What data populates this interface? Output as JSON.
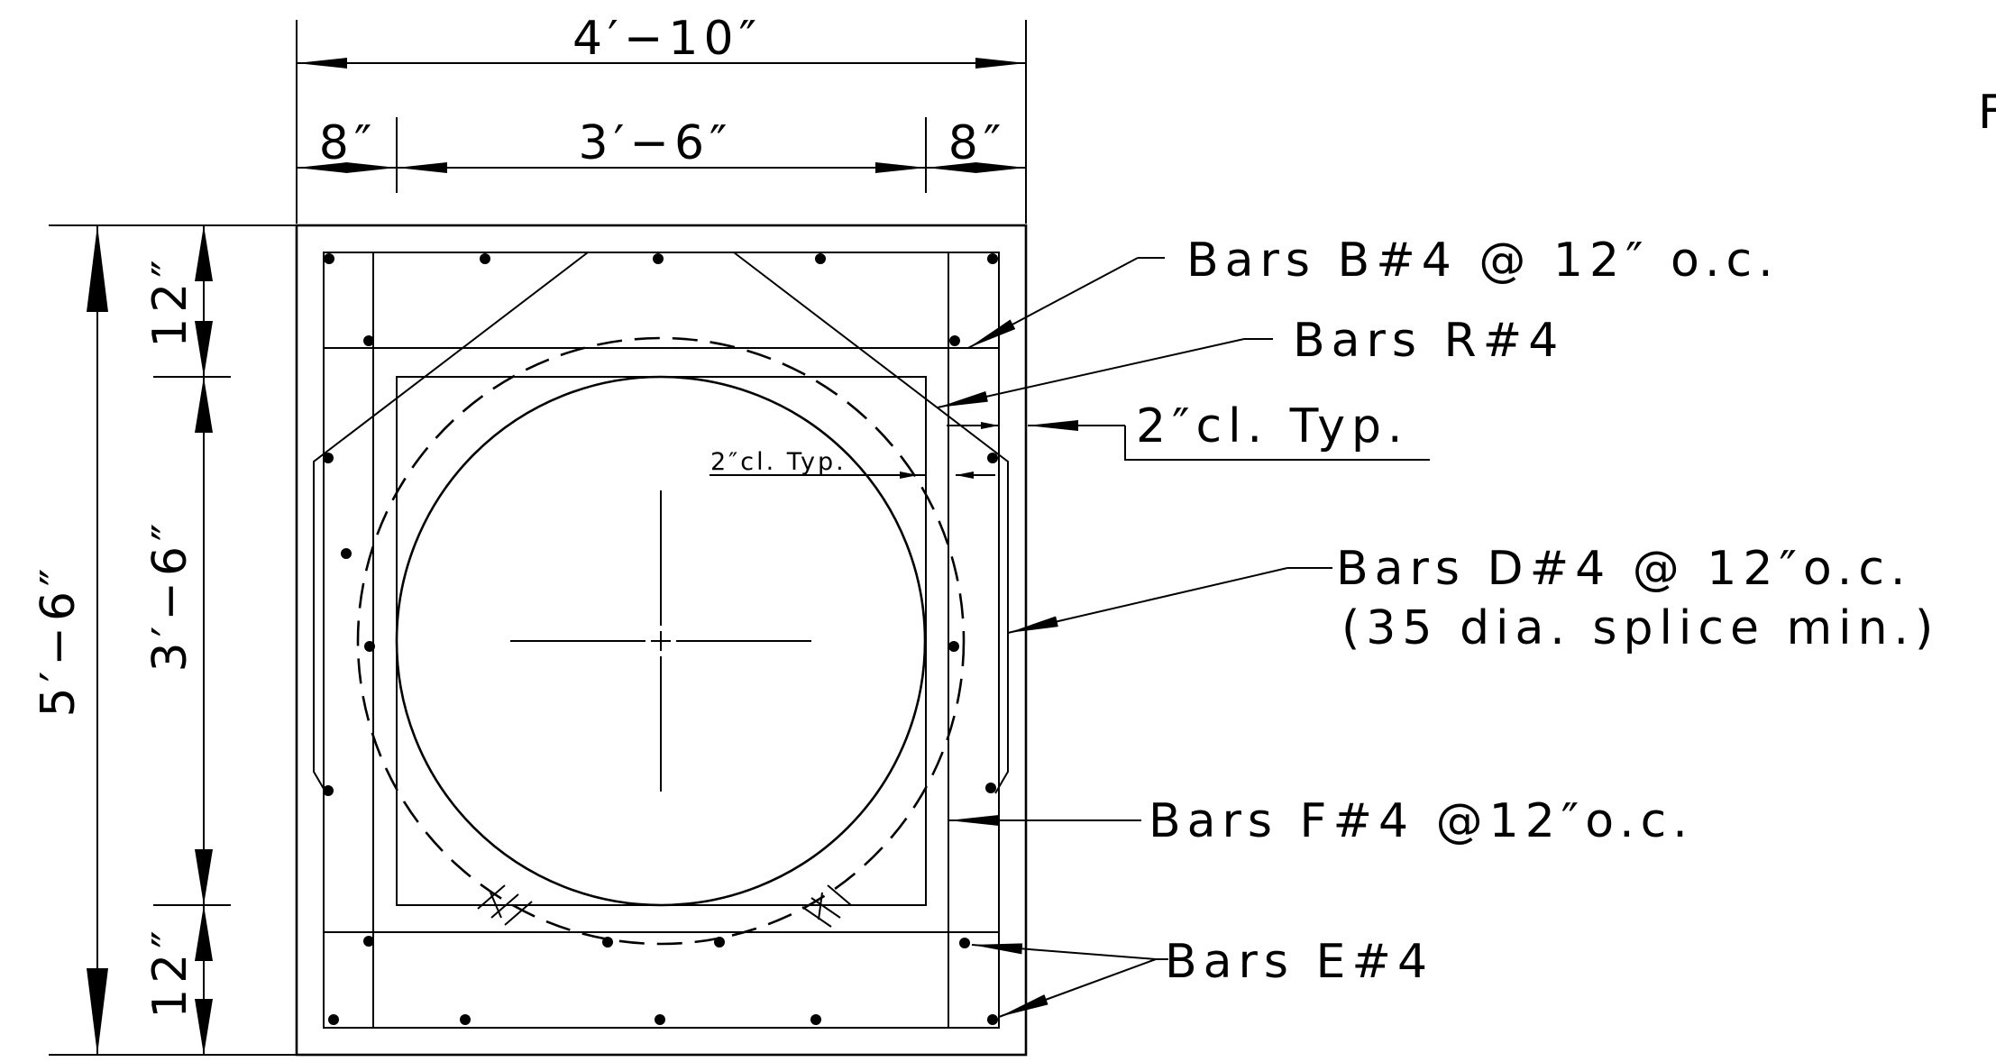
{
  "dimensions": {
    "overall_width": "4′−10″",
    "left_wall": "8″",
    "inner_width": "3′−6″",
    "right_wall": "8″",
    "overall_height": "5′−6″",
    "top_slab": "12″",
    "inner_height": "3′−6″",
    "bottom_slab": "12″"
  },
  "callouts": {
    "bars_b": "Bars B#4 @ 12″ o.c.",
    "bars_r": "Bars R#4",
    "clear_cover": "2″cl. Typ.",
    "bars_d_line1": "Bars D#4 @ 12″o.c.",
    "bars_d_line2": "(35 dia. splice min.)",
    "bars_f": "Bars F#4 @12″o.c.",
    "bars_e": "Bars E#4",
    "inner_clear_cover": "2″cl. Typ."
  },
  "edge_fragment": "F"
}
